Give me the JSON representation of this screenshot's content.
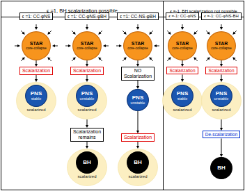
{
  "diagram": {
    "nodes": [
      {
        "text": [
          "ϵ =1, BH scalarization possible"
        ]
      },
      {
        "text": [
          "ϵ =1: CC-φNS"
        ],
        "in": 0
      },
      {
        "text": [
          "ϵ =1: CC-φNS-φBH"
        ],
        "in": 0
      },
      {
        "text": [
          "ϵ =1: CC-NS-φBH"
        ],
        "in": 0
      },
      {
        "text": [
          "STAR",
          "core-collapse"
        ],
        "in": 0
      },
      {
        "text": [
          "Scalarization"
        ],
        "in": 0
      },
      {
        "text": [
          "PNS",
          "stable",
          "scalarized"
        ],
        "in": 0
      },
      {
        "text": [
          "STAR",
          "core-collapse"
        ],
        "in": 0
      },
      {
        "text": [
          "Scalarization"
        ],
        "in": 0
      },
      {
        "text": [
          "PNS",
          "unstable",
          "scalarized"
        ],
        "in": 0
      },
      {
        "text": [
          "Scalarization remains"
        ],
        "in": 0
      },
      {
        "text": [
          "BH",
          "scalarized"
        ],
        "in": 0
      },
      {
        "text": [
          "STAR",
          "core-collapse"
        ],
        "in": 0
      },
      {
        "text": [
          "NO Scalarization"
        ],
        "in": 0
      },
      {
        "text": [
          "PNS",
          "unstable"
        ],
        "in": 0
      },
      {
        "text": [
          "Scalarization"
        ],
        "in": 0
      },
      {
        "text": [
          "BH",
          "scalarized"
        ],
        "in": 0
      },
      {
        "text": [
          "ϵ =-1, BH scalarization not possible"
        ]
      },
      {
        "text": [
          "ϵ =-1: CC-φNS"
        ],
        "in": 17
      },
      {
        "text": [
          "ϵ =-1: CC-φNS-BH"
        ],
        "in": 17
      },
      {
        "text": [
          "STAR",
          "core-collapse"
        ],
        "in": 17
      },
      {
        "text": [
          "Scalarization"
        ],
        "in": 17
      },
      {
        "text": [
          "PNS",
          "stable",
          "scalarized"
        ],
        "in": 17
      },
      {
        "text": [
          "STAR",
          "core-collapse"
        ],
        "in": 17
      },
      {
        "text": [
          "Scalarization"
        ],
        "in": 17
      },
      {
        "text": [
          "PNS",
          "unstable",
          "scalarized"
        ],
        "in": 17
      },
      {
        "text": [
          "De-scalarization"
        ],
        "in": 17
      },
      {
        "text": [
          "BH"
        ],
        "in": 17
      }
    ],
    "edges": [
      {
        "from": 4,
        "to": 5,
        "arrow": "to"
      },
      {
        "from": 5,
        "to": 6,
        "arrow": "to"
      },
      {
        "from": 7,
        "to": 8,
        "arrow": "to"
      },
      {
        "from": 8,
        "to": 9,
        "arrow": "to"
      },
      {
        "from": 9,
        "to": 10,
        "arrow": "to"
      },
      {
        "from": 10,
        "to": 11,
        "arrow": "to"
      },
      {
        "from": 12,
        "to": 13,
        "arrow": "to"
      },
      {
        "from": 13,
        "to": 14,
        "arrow": "to"
      },
      {
        "from": 14,
        "to": 15,
        "arrow": "to"
      },
      {
        "from": 15,
        "to": 16,
        "arrow": "to"
      },
      {
        "from": 20,
        "to": 21,
        "arrow": "to"
      },
      {
        "from": 21,
        "to": 22,
        "arrow": "to"
      },
      {
        "from": 23,
        "to": 24,
        "arrow": "to"
      },
      {
        "from": 24,
        "to": 25,
        "arrow": "to"
      },
      {
        "from": 25,
        "to": 26,
        "arrow": "to"
      },
      {
        "from": 26,
        "to": 27,
        "arrow": "to"
      }
    ]
  }
}
